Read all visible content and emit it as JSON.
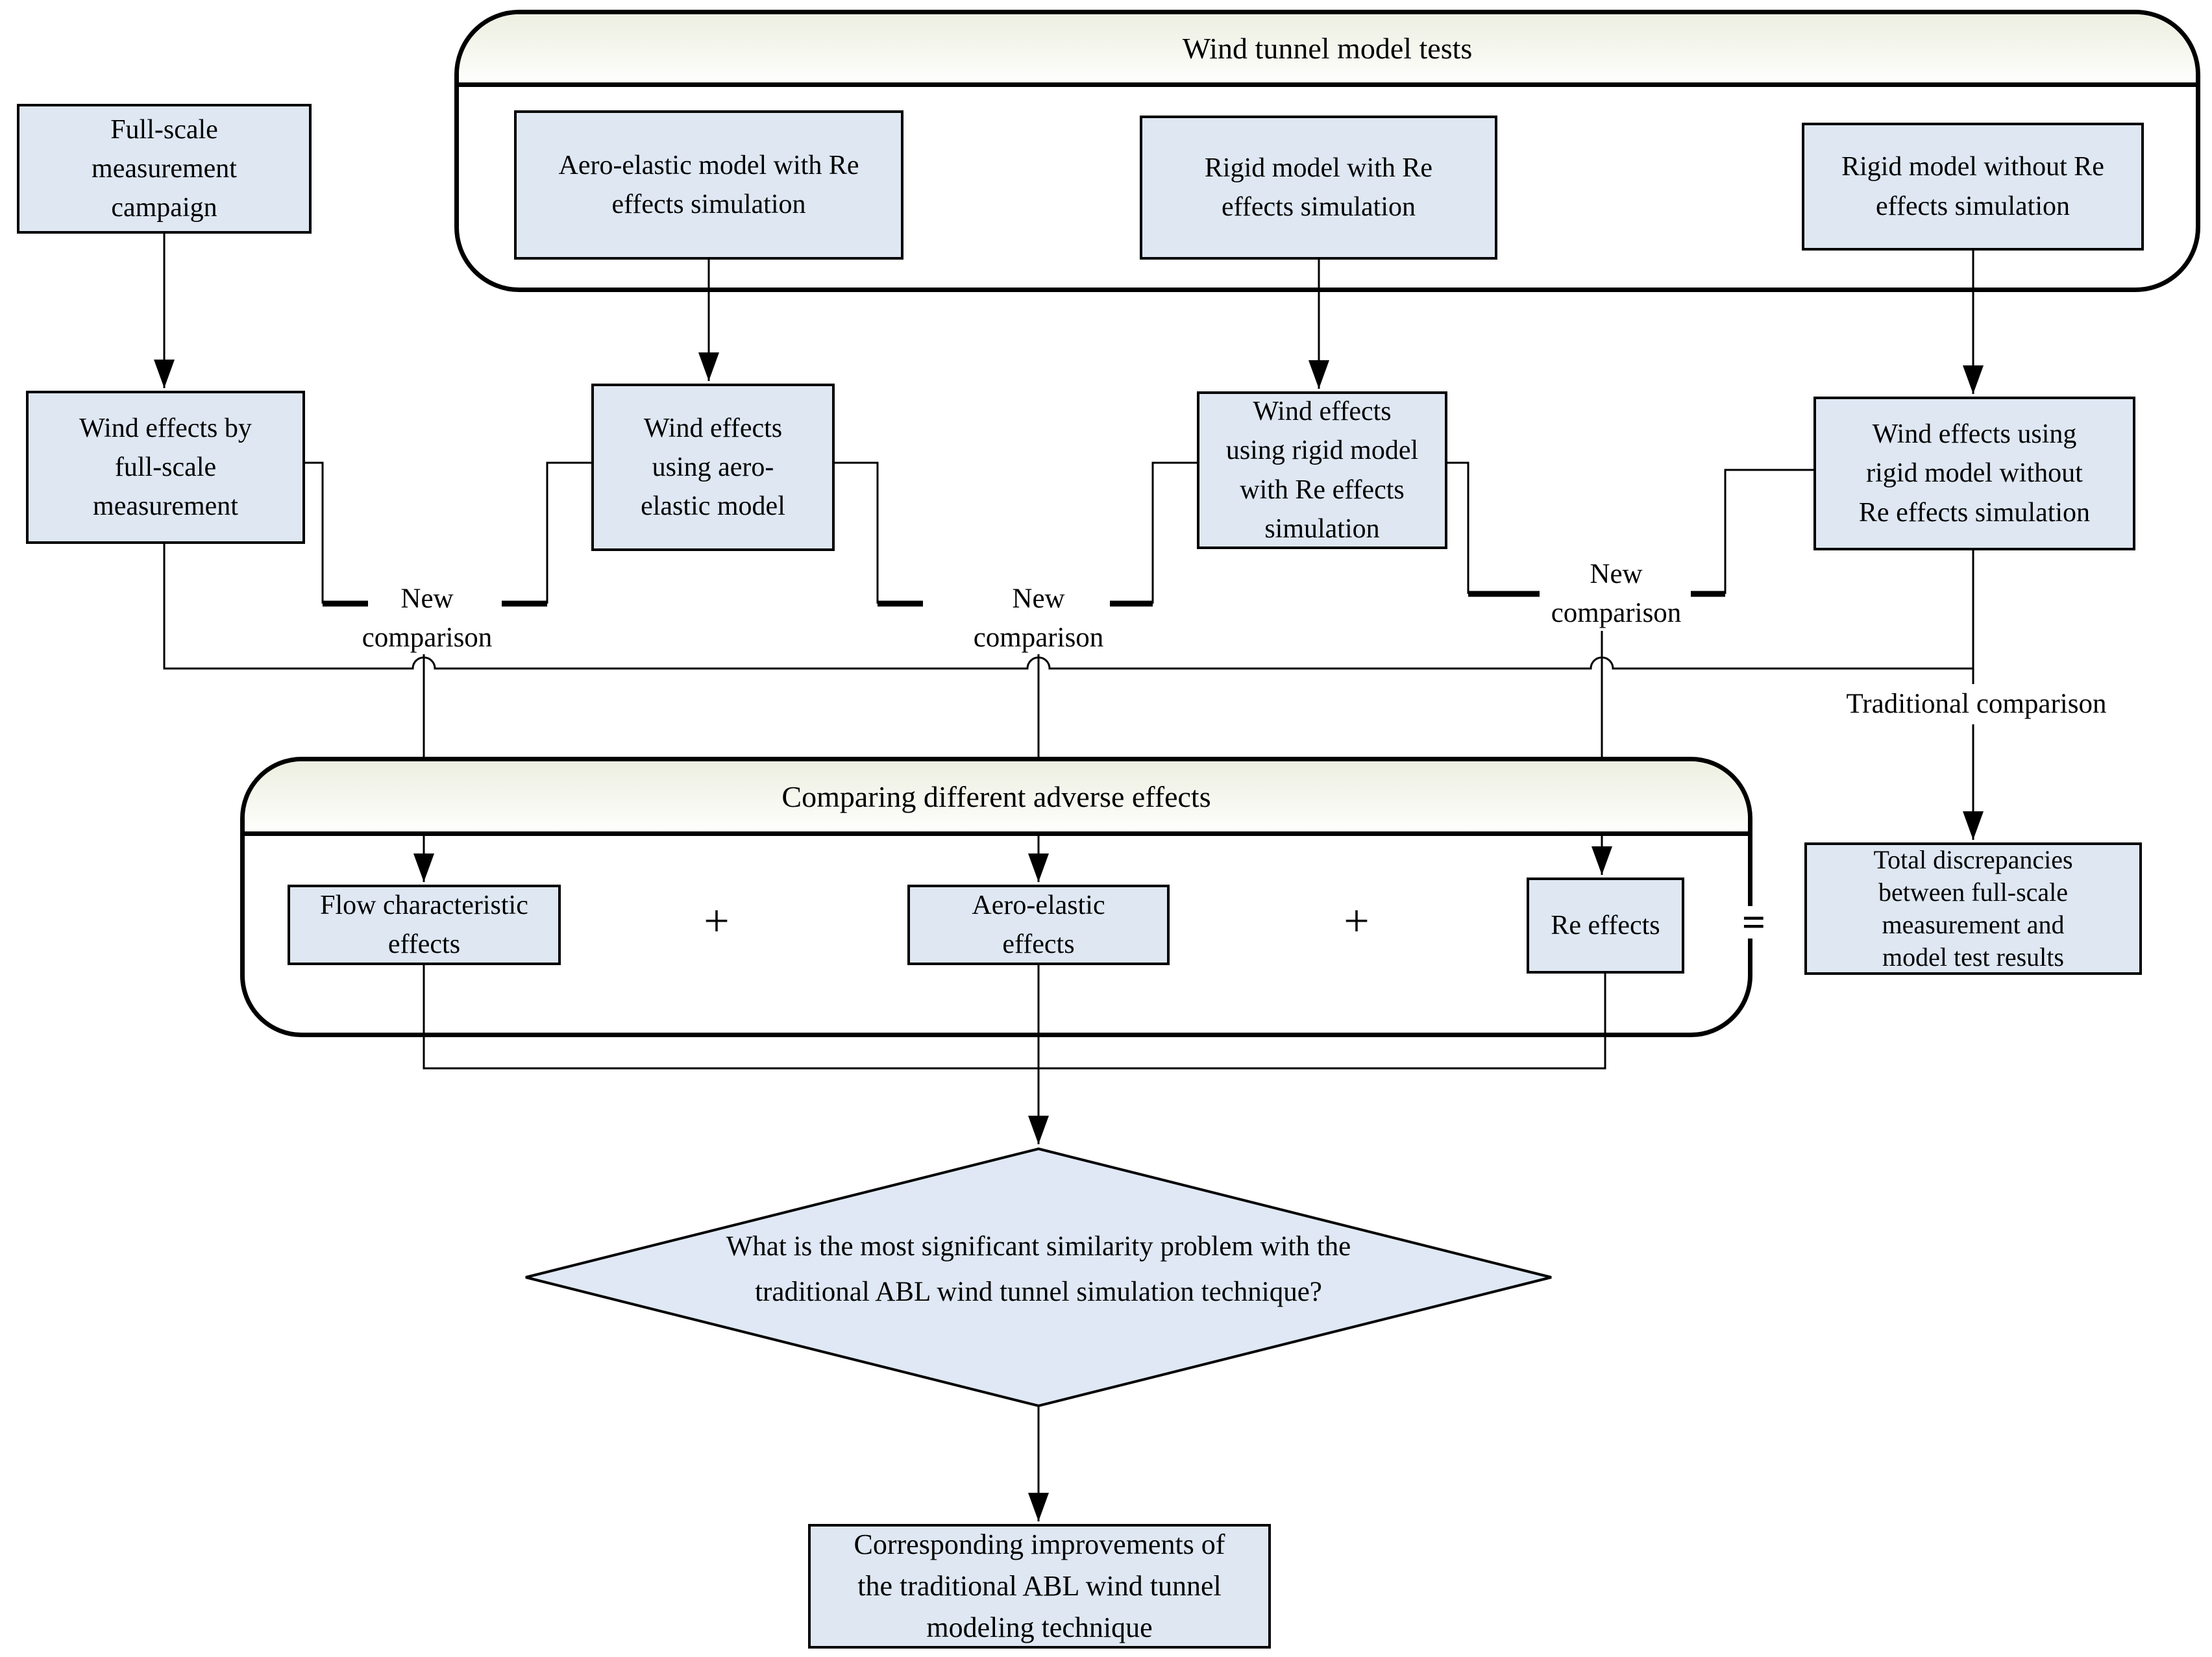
{
  "containers": {
    "wind_tunnel": {
      "title": "Wind tunnel model tests"
    },
    "comparing": {
      "title": "Comparing different adverse effects"
    }
  },
  "boxes": {
    "full_scale_campaign": "Full-scale\nmeasurement\ncampaign",
    "aeroelastic_model": "Aero-elastic model with Re\neffects simulation",
    "rigid_model_with_re": "Rigid model with Re\neffects simulation",
    "rigid_model_without_re": "Rigid model without Re\neffects simulation",
    "wind_effects_full_scale": "Wind effects by\nfull-scale\nmeasurement",
    "wind_effects_aeroelastic": "Wind effects\nusing aero-\nelastic model",
    "wind_effects_rigid_with": "Wind effects\nusing rigid model\nwith Re effects\nsimulation",
    "wind_effects_rigid_without": "Wind effects using\nrigid model without\nRe effects simulation",
    "flow_characteristic_effects": "Flow characteristic\neffects",
    "aeroelastic_effects": "Aero-elastic\neffects",
    "re_effects": "Re effects",
    "total_discrepancies": "Total discrepancies\nbetween full-scale\nmeasurement and\nmodel test results",
    "decision_question": "What is the most significant similarity problem with the\ntraditional ABL wind tunnel simulation technique?",
    "improvements": "Corresponding improvements of\nthe traditional ABL wind tunnel\nmodeling technique"
  },
  "labels": {
    "new_comparison_1": "New\ncomparison",
    "new_comparison_2": "New\ncomparison",
    "new_comparison_3": "New\ncomparison",
    "traditional_comparison": "Traditional comparison",
    "plus_1": "+",
    "plus_2": "+",
    "equals": "="
  },
  "colors": {
    "box_fill": "#dee7f2",
    "diamond_fill": "#dfe8f4",
    "line": "#000000",
    "header_gradient_top": "#ecefe1",
    "header_gradient_bottom": "#fefefc"
  }
}
